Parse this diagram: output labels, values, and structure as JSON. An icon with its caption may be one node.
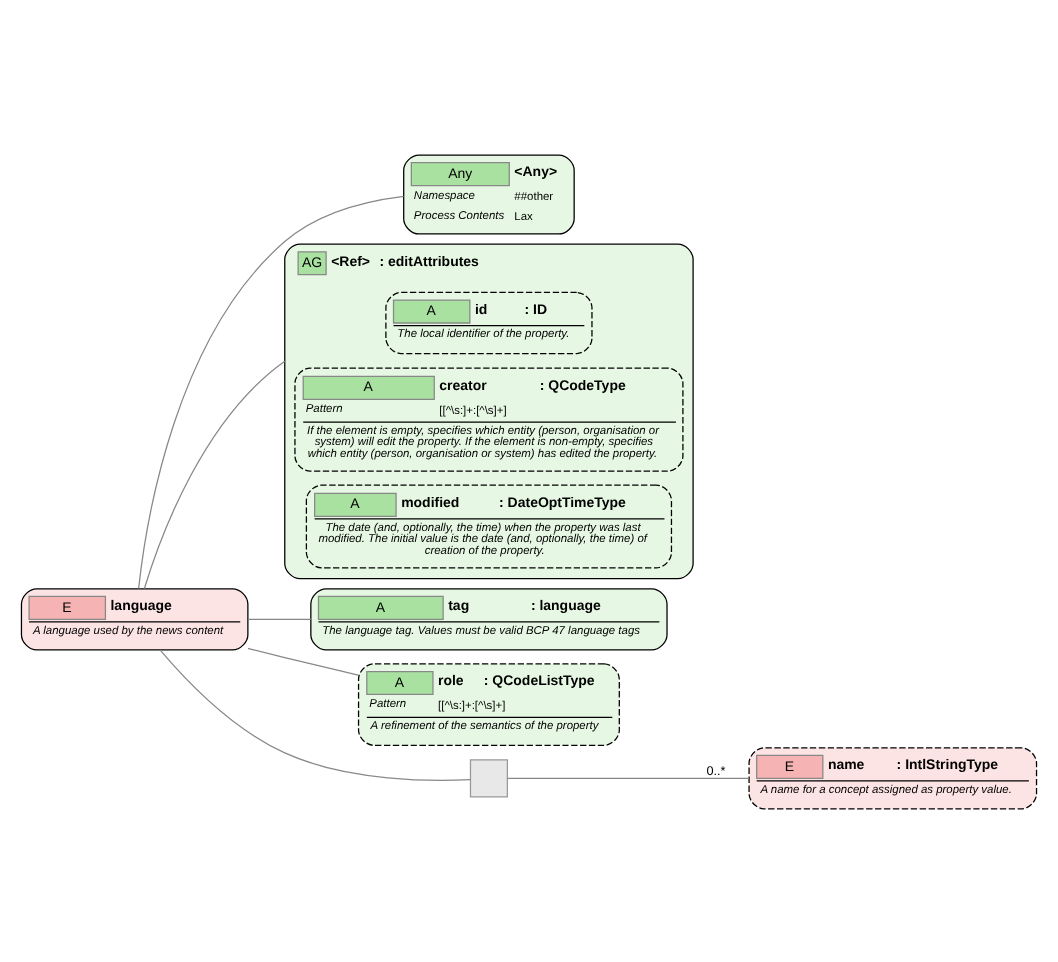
{
  "diagram": {
    "nodes": [
      {
        "text": [
          "E",
          "language",
          "A language used by the news content"
        ]
      },
      {
        "text": [
          "Any",
          "<Any>",
          "Namespace",
          "##other",
          "Process Contents",
          "Lax"
        ]
      },
      {
        "text": [
          "AG",
          "<Ref>",
          ": editAttributes"
        ]
      },
      {
        "text": [
          "A",
          "id",
          ": ID",
          "The local identifier of the property."
        ],
        "in": 2
      },
      {
        "text": [
          "A",
          "creator",
          ": QCodeType",
          "Pattern",
          "[[^\\s:]+:[^\\s]+]",
          "If the element is empty, specifies which entity (person, organisation or system) will edit the property. If the element is non-empty, specifies which entity (person, organisation or system) has edited the property."
        ],
        "in": 2
      },
      {
        "text": [
          "A",
          "modified",
          ": DateOptTimeType",
          "The date (and, optionally, the time) when the property was last modified. The initial value is the date (and, optionally, the time) of creation of the property."
        ],
        "in": 2
      },
      {
        "text": [
          "A",
          "tag",
          ": language",
          "The language tag. Values must be valid BCP 47 language tags"
        ]
      },
      {
        "text": [
          "A",
          "role",
          ": QCodeListType",
          "Pattern",
          "[[^\\s:]+:[^\\s]+]",
          "A refinement of the semantics of the property"
        ]
      },
      {
        "text": [],
        "shape": "box"
      },
      {
        "text": [
          "E",
          "name",
          ": IntlStringType",
          "A name for a concept assigned as property value."
        ]
      }
    ],
    "edges": [
      {
        "from": 0,
        "to": 1,
        "arrow": "none"
      },
      {
        "from": 0,
        "to": 2,
        "arrow": "none"
      },
      {
        "from": 0,
        "to": 6,
        "arrow": "none"
      },
      {
        "from": 0,
        "to": 7,
        "arrow": "none"
      },
      {
        "from": 0,
        "to": 8,
        "arrow": "none"
      },
      {
        "from": 8,
        "to": 9,
        "arrow": "none",
        "label": "0..*"
      }
    ]
  }
}
